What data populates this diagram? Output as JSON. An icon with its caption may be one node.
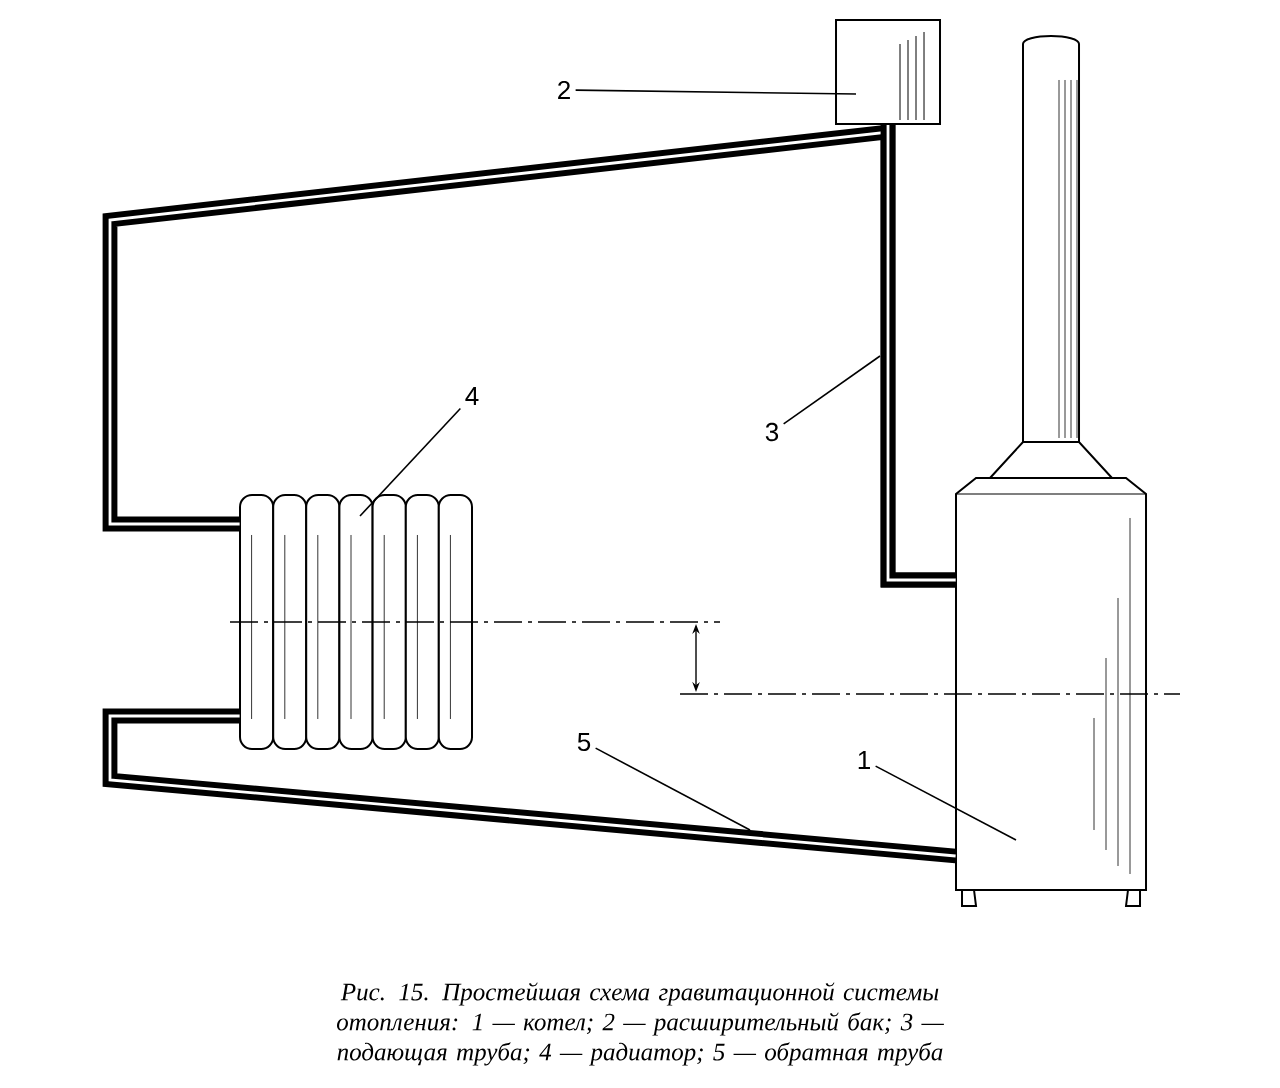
{
  "diagram": {
    "caption": "Рис. 15. Простейшая схема гравитационной системы отопления: 1 — котел; 2 — расширительный бак; 3 — подающая труба; 4 — радиатор; 5 — обратная труба",
    "nodes": [
      {
        "text": [
          "1"
        ]
      },
      {
        "text": [],
        "shape": "picture"
      },
      {
        "text": [
          "2"
        ]
      },
      {
        "text": [],
        "shape": "box"
      },
      {
        "text": [
          "3"
        ]
      },
      {
        "text": [
          "4"
        ]
      },
      {
        "text": [],
        "shape": "picture"
      },
      {
        "text": [
          "5"
        ]
      }
    ],
    "edges": [
      {
        "from": 0,
        "to": 1,
        "arrow": "none"
      },
      {
        "from": 2,
        "to": 3,
        "arrow": "none"
      },
      {
        "from": 4,
        "to": null,
        "arrow": "none"
      },
      {
        "from": 5,
        "to": 6,
        "arrow": "none"
      },
      {
        "from": 7,
        "to": null,
        "arrow": "none"
      },
      {
        "from": 1,
        "to": 6,
        "arrow": "none",
        "style": "thick"
      },
      {
        "from": 1,
        "to": 3,
        "arrow": "none",
        "style": "thick"
      },
      {
        "from": 6,
        "to": 1,
        "arrow": "none",
        "style": "thick"
      }
    ]
  }
}
